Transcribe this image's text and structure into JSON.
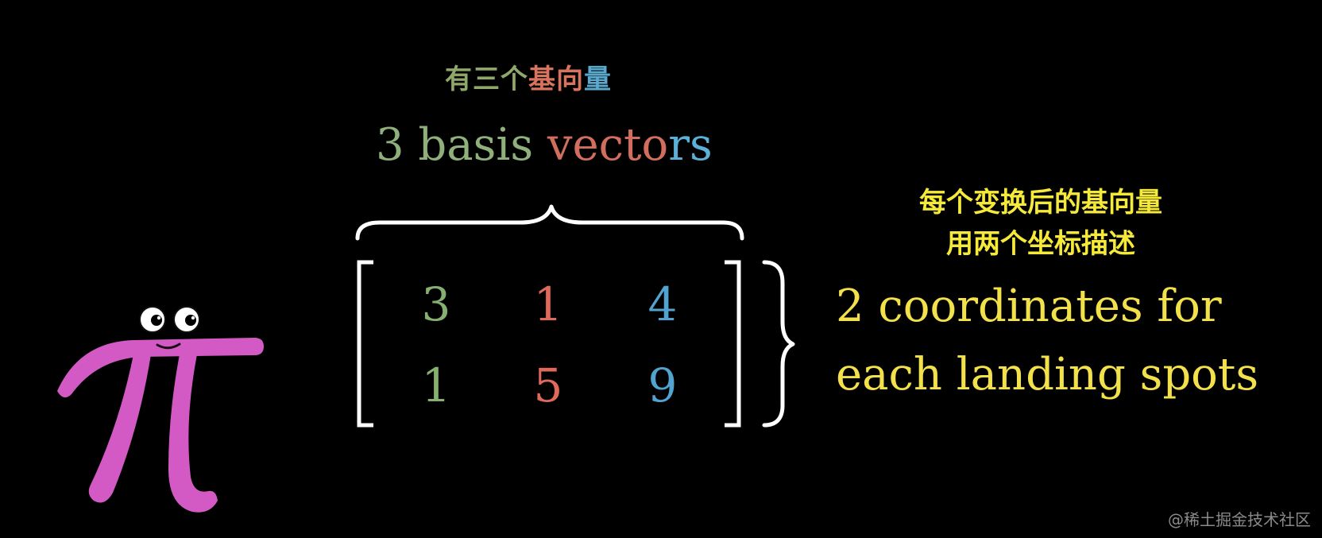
{
  "header_cn": {
    "chars": [
      {
        "text": "有",
        "color": "#8fa86a"
      },
      {
        "text": "三",
        "color": "#8fa86a"
      },
      {
        "text": "个",
        "color": "#8fa86a"
      },
      {
        "text": "基",
        "color": "#d8735e"
      },
      {
        "text": "向",
        "color": "#d8735e"
      },
      {
        "text": "量",
        "color": "#5aa8cc"
      }
    ]
  },
  "basis_label": {
    "parts": [
      {
        "text": "3 basis ",
        "color": "#8fb07a"
      },
      {
        "text": "vecto",
        "color": "#d26e5e"
      },
      {
        "text": "rs",
        "color": "#5cafd6"
      }
    ]
  },
  "matrix": {
    "rows": [
      [
        "3",
        "1",
        "4"
      ],
      [
        "1",
        "5",
        "9"
      ]
    ],
    "column_colors": [
      "#86b06f",
      "#e06a5a",
      "#52a3cf"
    ]
  },
  "right_caption_cn": {
    "line1": "每个变换后的基向量",
    "line2": "用两个坐标描述"
  },
  "right_caption_en": {
    "line1": "2 coordinates for",
    "line2": "each landing spots"
  },
  "colors": {
    "background": "#000000",
    "bracket": "#ffffff",
    "pi_body": "#d35ac4",
    "caption_yellow": "#f2e14b"
  },
  "character": {
    "icon": "pi-creature-icon"
  },
  "watermark": "@稀土掘金技术社区"
}
